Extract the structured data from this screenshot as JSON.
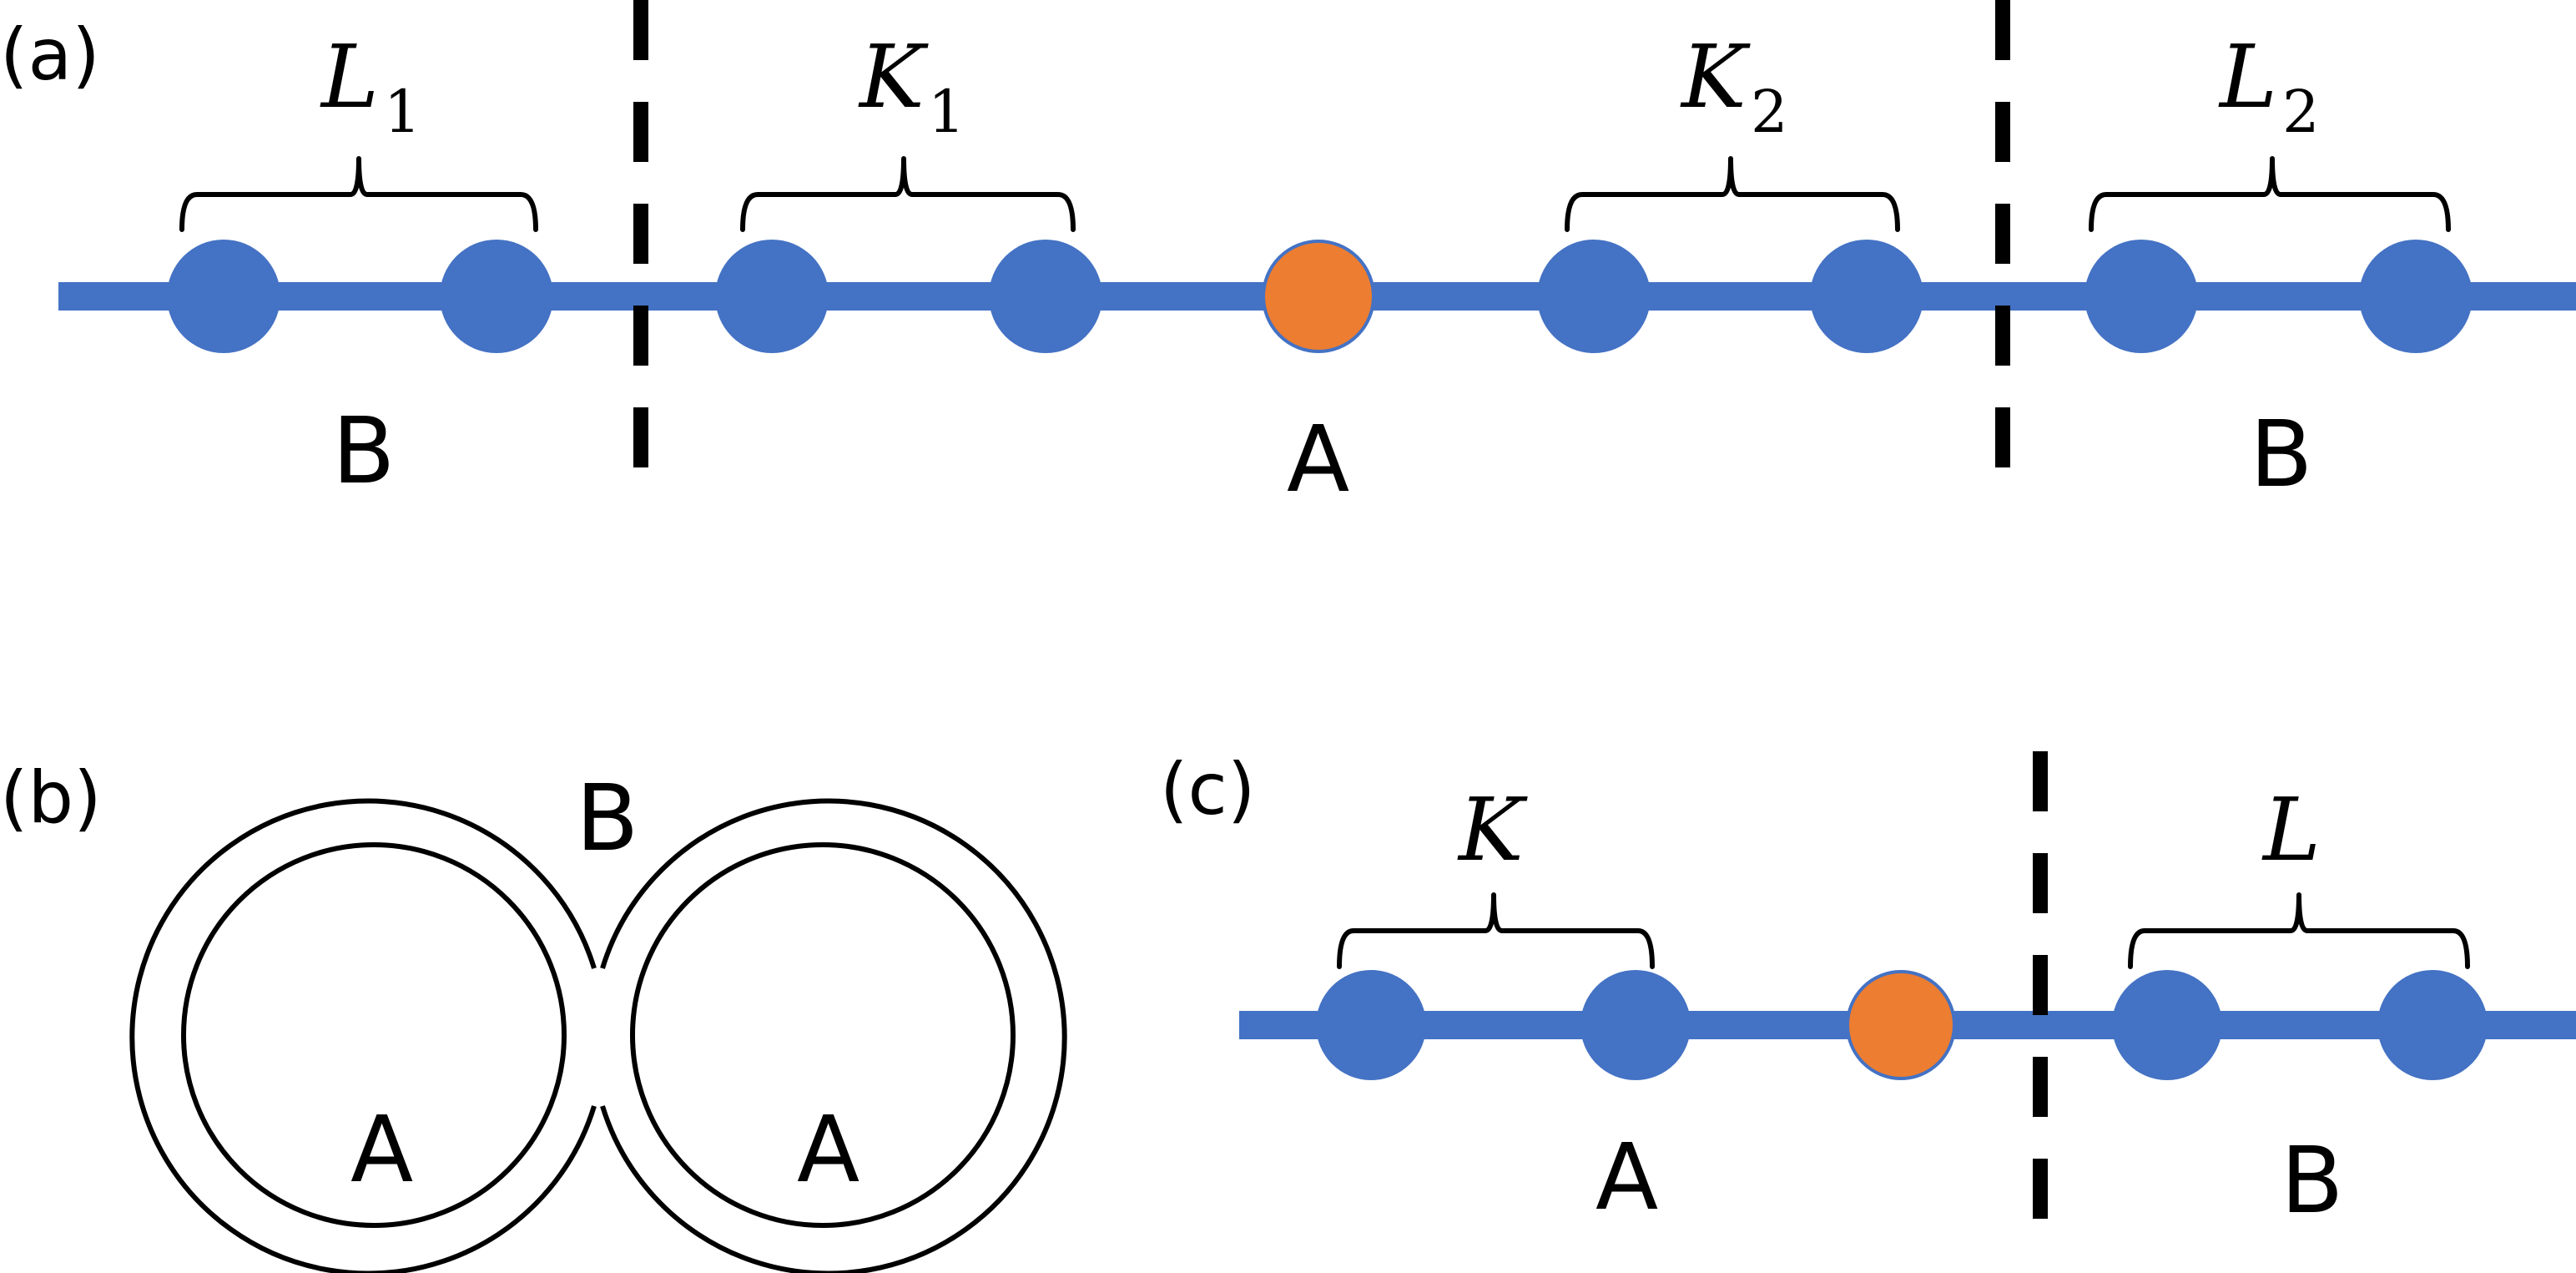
{
  "panels": {
    "a": {
      "label": "(a)",
      "braces": [
        {
          "main": "L",
          "sub": "1"
        },
        {
          "main": "K",
          "sub": "1"
        },
        {
          "main": "K",
          "sub": "2"
        },
        {
          "main": "L",
          "sub": "2"
        }
      ],
      "regions": [
        "B",
        "A",
        "B"
      ]
    },
    "b": {
      "label": "(b)",
      "regions": [
        "B",
        "A",
        "A"
      ]
    },
    "c": {
      "label": "(c)",
      "braces": [
        {
          "main": "K",
          "sub": ""
        },
        {
          "main": "L",
          "sub": ""
        }
      ],
      "regions": [
        "A",
        "B"
      ]
    }
  },
  "colors": {
    "chain": "#4472C4",
    "site": "#4472C4",
    "impurity": "#ED7D31",
    "ink": "#000000"
  }
}
